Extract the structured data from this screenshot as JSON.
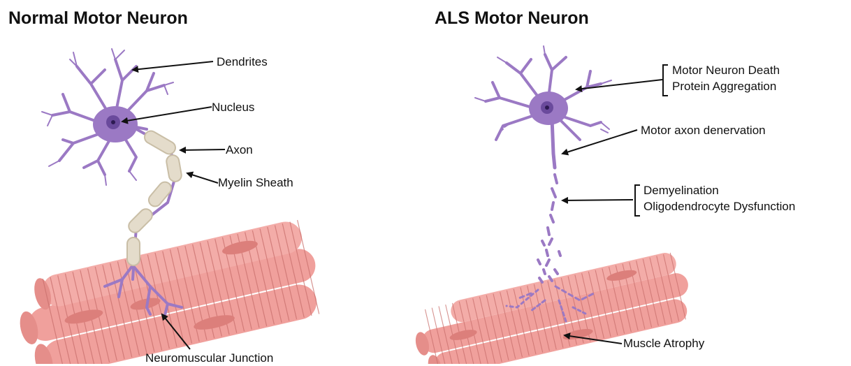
{
  "panels": {
    "normal": {
      "title": "Normal Motor Neuron",
      "labels": {
        "dendrites": "Dendrites",
        "nucleus": "Nucleus",
        "axon": "Axon",
        "myelin": "Myelin Sheath",
        "nmj": "Neuromuscular Junction"
      }
    },
    "als": {
      "title": "ALS Motor Neuron",
      "labels": {
        "death_line1": "Motor Neuron Death",
        "death_line2": "Protein Aggregation",
        "denervation": "Motor axon denervation",
        "demyelination_line1": "Demyelination",
        "demyelination_line2": "Oligodendrocyte Dysfunction",
        "atrophy": "Muscle Atrophy"
      }
    }
  },
  "colors": {
    "neuron": "#9b79c4",
    "neuron_dark": "#7a58a8",
    "nucleus": "#6a4a9c",
    "myelin": "#e4dccb",
    "myelin_edge": "#c9bea6",
    "muscle": "#f0a09c",
    "muscle_stripe": "#c96f6c",
    "muscle_patch": "#dc7f7b",
    "arrow": "#111111"
  }
}
